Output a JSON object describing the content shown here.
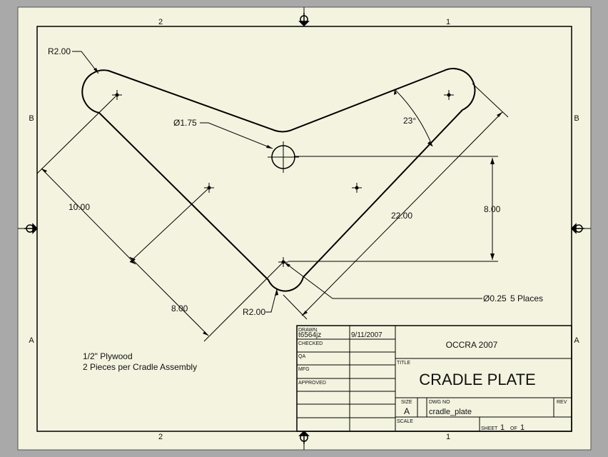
{
  "zones": {
    "top": [
      "2",
      "1"
    ],
    "bottom": [
      "2",
      "1"
    ],
    "left": [
      "B",
      "A"
    ],
    "right": [
      "B",
      "A"
    ]
  },
  "dimensions": {
    "r_top_left": "R2.00",
    "hole_center": "Ø1.75",
    "angle": "23°",
    "height": "8.00",
    "length_long": "22.00",
    "length_left": "10.00",
    "length_bottom": "8.00",
    "r_bottom": "R2.00",
    "small_holes": "Ø0.25",
    "small_holes_count": "5 Places"
  },
  "notes": {
    "material": "1/2\" Plywood",
    "quantity": "2 Pieces per Cradle Assembly"
  },
  "title_block": {
    "drawn_label": "DRAWN",
    "drawn_by": "t6564jz",
    "drawn_date": "9/11/2007",
    "checked_label": "CHECKED",
    "qa_label": "QA",
    "mfg_label": "MFG",
    "approved_label": "APPROVED",
    "company": "OCCRA 2007",
    "title_label": "TITLE",
    "title": "CRADLE PLATE",
    "size_label": "SIZE",
    "size": "A",
    "dwg_no_label": "DWG NO",
    "dwg_no": "cradle_plate",
    "rev_label": "REV",
    "scale_label": "SCALE",
    "sheet_label": "SHEET",
    "sheet_num": "1",
    "of_label": "OF",
    "sheet_total": "1"
  },
  "colors": {
    "background": "#a9a9a9",
    "paper": "#f3f3df",
    "line": "#000000"
  }
}
